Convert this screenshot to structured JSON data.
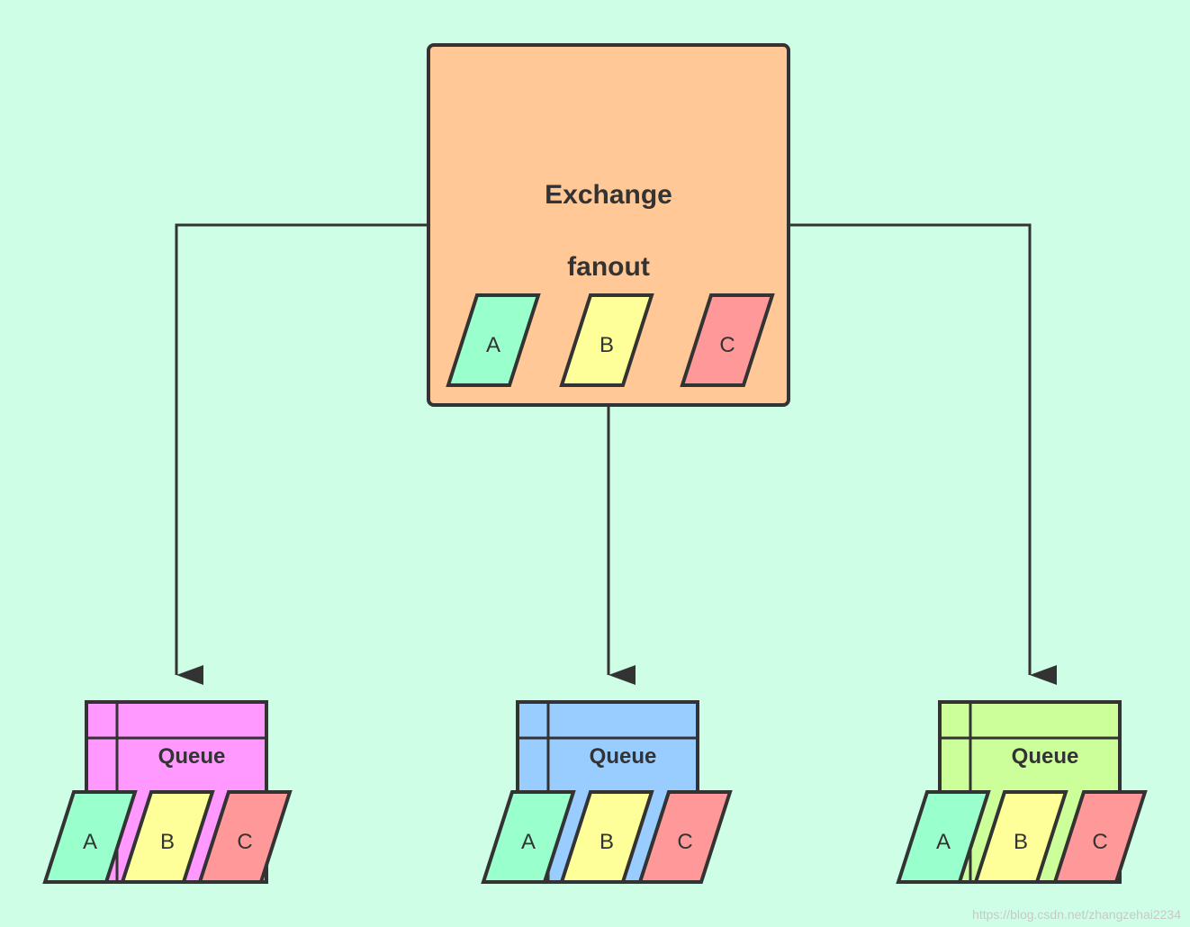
{
  "colors": {
    "background": "#ceffe6",
    "stroke": "#333333",
    "exchange_fill": "#ffc896",
    "message_a": "#99ffcc",
    "message_b": "#ffff99",
    "message_c": "#ff9999",
    "queue_left": "#ff99ff",
    "queue_middle": "#99ccff",
    "queue_right": "#ccff99"
  },
  "exchange": {
    "title": "Exchange",
    "type": "fanout",
    "messages": [
      "A",
      "B",
      "C"
    ]
  },
  "queues": [
    {
      "label": "Queue",
      "messages": [
        "A",
        "B",
        "C"
      ]
    },
    {
      "label": "Queue",
      "messages": [
        "A",
        "B",
        "C"
      ]
    },
    {
      "label": "Queue",
      "messages": [
        "A",
        "B",
        "C"
      ]
    }
  ],
  "watermark": "https://blog.csdn.net/zhangzehai2234"
}
